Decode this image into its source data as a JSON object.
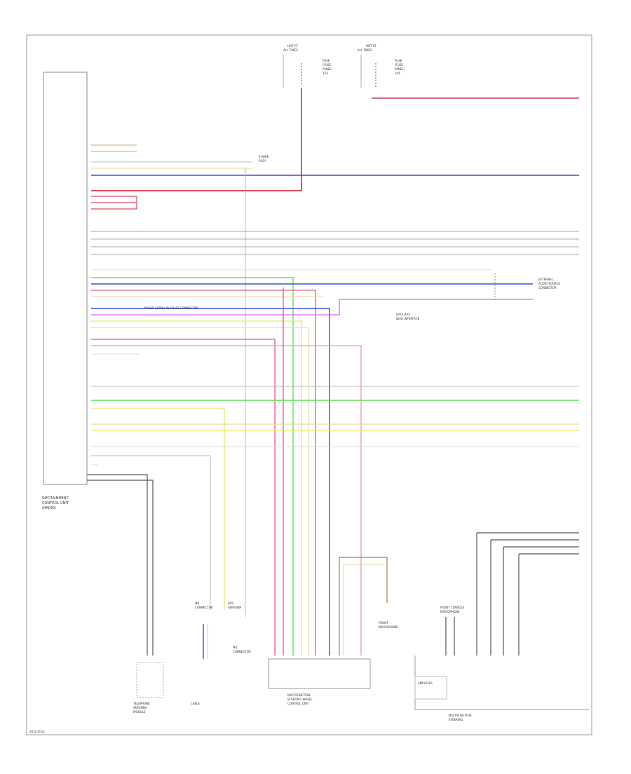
{
  "diagram": {
    "footer_text": "2012-2013",
    "labels": {
      "left_module": [
        "INFOTAINMENT",
        "CONTROL UNIT",
        "(RADIO)"
      ],
      "hot_left": [
        "HOT AT",
        "ALL TIMES"
      ],
      "hot_right": [
        "HOT AT",
        "ALL TIMES"
      ],
      "fuse_left": [
        "FUSE",
        "(FUSE",
        "PANEL)",
        "15A"
      ],
      "fuse_right": [
        "FUSE",
        "(FUSE",
        "PANEL)",
        "10A"
      ],
      "splice_upper": [
        "S-WIRE",
        "ASSY"
      ],
      "splice_mid": "POWER SUPPLY IN SPLICE CONNECTOR",
      "ext_conn": [
        "EXTERNAL",
        "AUDIO SOURCE",
        "CONNECTOR"
      ],
      "data_bus": [
        "DATA BUS",
        "DIAG INTERFACE"
      ],
      "ant_left": [
        "TELEPHONE",
        "ANTENNA",
        "MODULE"
      ],
      "mic_conn": [
        "MIC",
        "CONNECTOR"
      ],
      "gps_conn": [
        "GPS",
        "ANTENNA"
      ],
      "gnd_note": "CABLE",
      "bottom_center": [
        "MULTIFUNCTION",
        "STEERING WHEEL",
        "CONTROL UNIT"
      ],
      "mic_label": [
        "MIC",
        "CONNECTOR"
      ],
      "front_mic": [
        "FRONT",
        "MICROPHONE"
      ],
      "right_module": [
        "FRONT CONSOLE",
        "MICROPHONE"
      ],
      "right_amp": [
        "AMPLIFIER"
      ],
      "bottom_right": [
        "MULTIFUNCTION",
        "STEERING"
      ]
    }
  }
}
